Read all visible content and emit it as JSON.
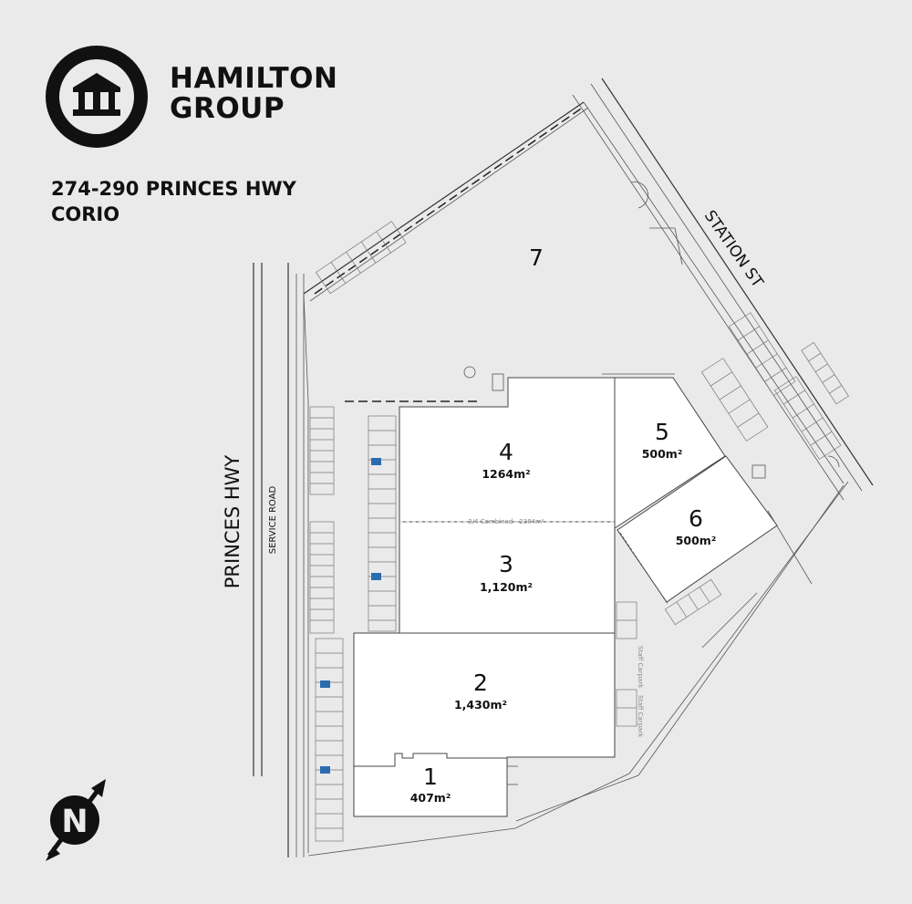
{
  "brand": {
    "name_line1": "HAMILTON",
    "name_line2": "GROUP",
    "logo_icon": "building-icon"
  },
  "address": {
    "line1": "274-290 PRINCES HWY",
    "line2": "CORIO"
  },
  "roads": {
    "princes_hwy": "PRINCES HWY",
    "service_road": "SERVICE ROAD",
    "station_st": "STATION ST"
  },
  "lots": [
    {
      "number": "1",
      "area": "407m²"
    },
    {
      "number": "2",
      "area": "1,430m²"
    },
    {
      "number": "3",
      "area": "1,120m²"
    },
    {
      "number": "4",
      "area": "1264m²"
    },
    {
      "number": "5",
      "area": "500m²"
    },
    {
      "number": "6",
      "area": "500m²"
    },
    {
      "number": "7",
      "area": ""
    }
  ],
  "combined_note": "3/4 Combined - 2384m²",
  "small_labels": {
    "staff_carpark_1": "Staff Carpark",
    "staff_carpark_2": "Staff Carpark"
  },
  "compass": {
    "letter": "N",
    "icon": "north-arrow-icon"
  },
  "colors": {
    "background": "#eaeaeb",
    "building_fill": "#ffffff",
    "ink": "#111111",
    "accessible_bay": "#2b6cb0"
  }
}
